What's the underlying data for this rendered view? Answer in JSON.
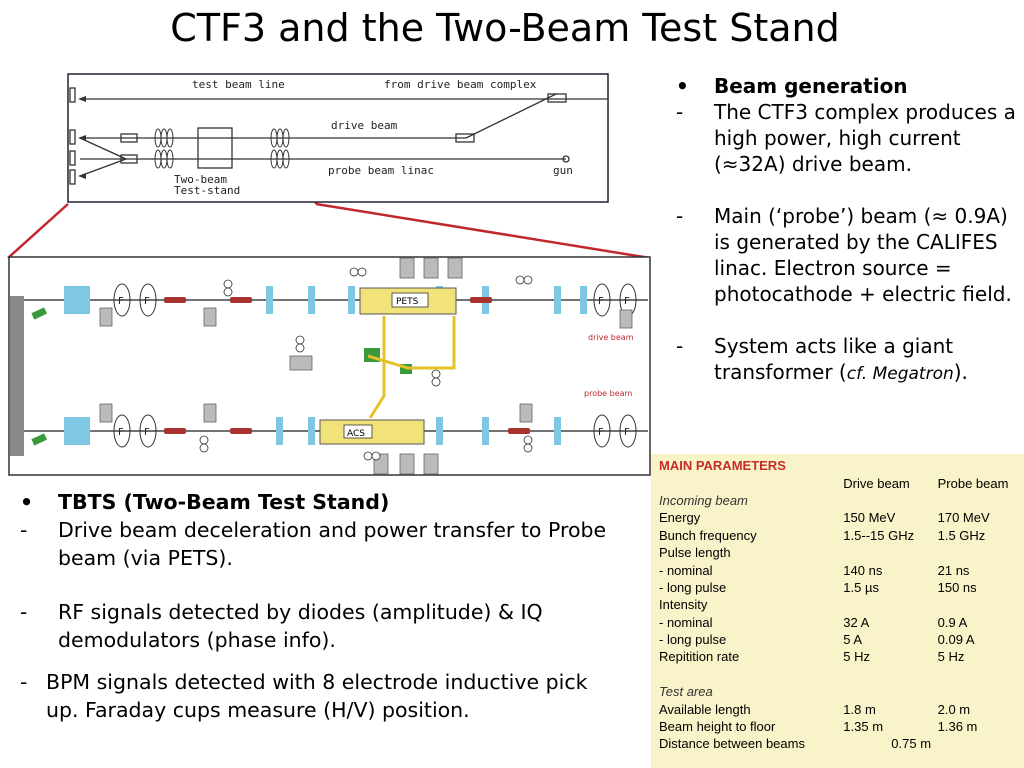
{
  "title": "CTF3 and the Two-Beam Test Stand",
  "right_bullets": {
    "heading": "Beam generation",
    "items": [
      "The CTF3 complex produces a high power, high current (≈32A) drive beam.",
      "Main (‘probe’) beam (≈ 0.9A) is generated by the CALIFES linac. Electron source = photocathode + electric field."
    ],
    "last_item_prefix": "System acts like a giant transformer (",
    "last_item_em": "cf. Megatron",
    "last_item_suffix": ")."
  },
  "left_bullets": {
    "heading": "TBTS (Two-Beam Test Stand)",
    "items": [
      "Drive beam deceleration and power transfer to Probe beam (via PETS).",
      "RF signals detected by diodes (amplitude) & IQ demodulators (phase info).",
      "BPM signals detected with 8 electrode inductive pick up. Faraday cups measure (H/V) position."
    ]
  },
  "bullet_marks": {
    "dot": "•",
    "dash": "-"
  },
  "schematic": {
    "test_beam_line": "test beam line",
    "from_drive_beam_complex": "from drive beam complex",
    "drive_beam": "drive beam",
    "probe_beam_linac": "probe beam linac",
    "gun": "gun",
    "two_beam": "Two-beam",
    "test_stand": "Test-stand"
  },
  "layout_diagram": {
    "pets": "PETS",
    "acs": "ACS",
    "drive_beam": "drive beam",
    "probe_beam": "probe beam",
    "f": "F"
  },
  "parameters": {
    "title": "MAIN PARAMETERS",
    "col1": "Drive beam",
    "col2": "Probe beam",
    "rows": [
      {
        "label": "Incoming beam",
        "section": true
      },
      {
        "label": "Energy",
        "a": "150 MeV",
        "b": "170 MeV"
      },
      {
        "label": "Bunch frequency",
        "a": "1.5--15 GHz",
        "b": "1.5 GHz"
      },
      {
        "label": "Pulse length",
        "a": "",
        "b": ""
      },
      {
        "label": "- nominal",
        "a": "140 ns",
        "b": "21 ns"
      },
      {
        "label": "- long pulse",
        "a": "1.5 µs",
        "b": "150 ns"
      },
      {
        "label": "Intensity",
        "a": "",
        "b": ""
      },
      {
        "label": "- nominal",
        "a": "32 A",
        "b": "0.9 A"
      },
      {
        "label": "- long pulse",
        "a": "5 A",
        "b": "0.09 A"
      },
      {
        "label": "Repitition rate",
        "a": "5 Hz",
        "b": "5 Hz"
      },
      {
        "label": "",
        "spacer": true
      },
      {
        "label": "Test area",
        "section": true
      },
      {
        "label": "Available length",
        "a": "1.8 m",
        "b": "2.0 m"
      },
      {
        "label": "Beam height to floor",
        "a": "1.35 m",
        "b": "1.36 m"
      }
    ],
    "distance_label": "Distance between beams",
    "distance_value": "0.75 m"
  },
  "colors": {
    "connector": "#c0282d",
    "param_bg": "#f8f3c8",
    "param_title": "#c62d2d",
    "beam_label": "#c0282d",
    "quad": "#7ec8e3",
    "waveguide": "#e6c229",
    "pets_box": "#f2e27a"
  }
}
